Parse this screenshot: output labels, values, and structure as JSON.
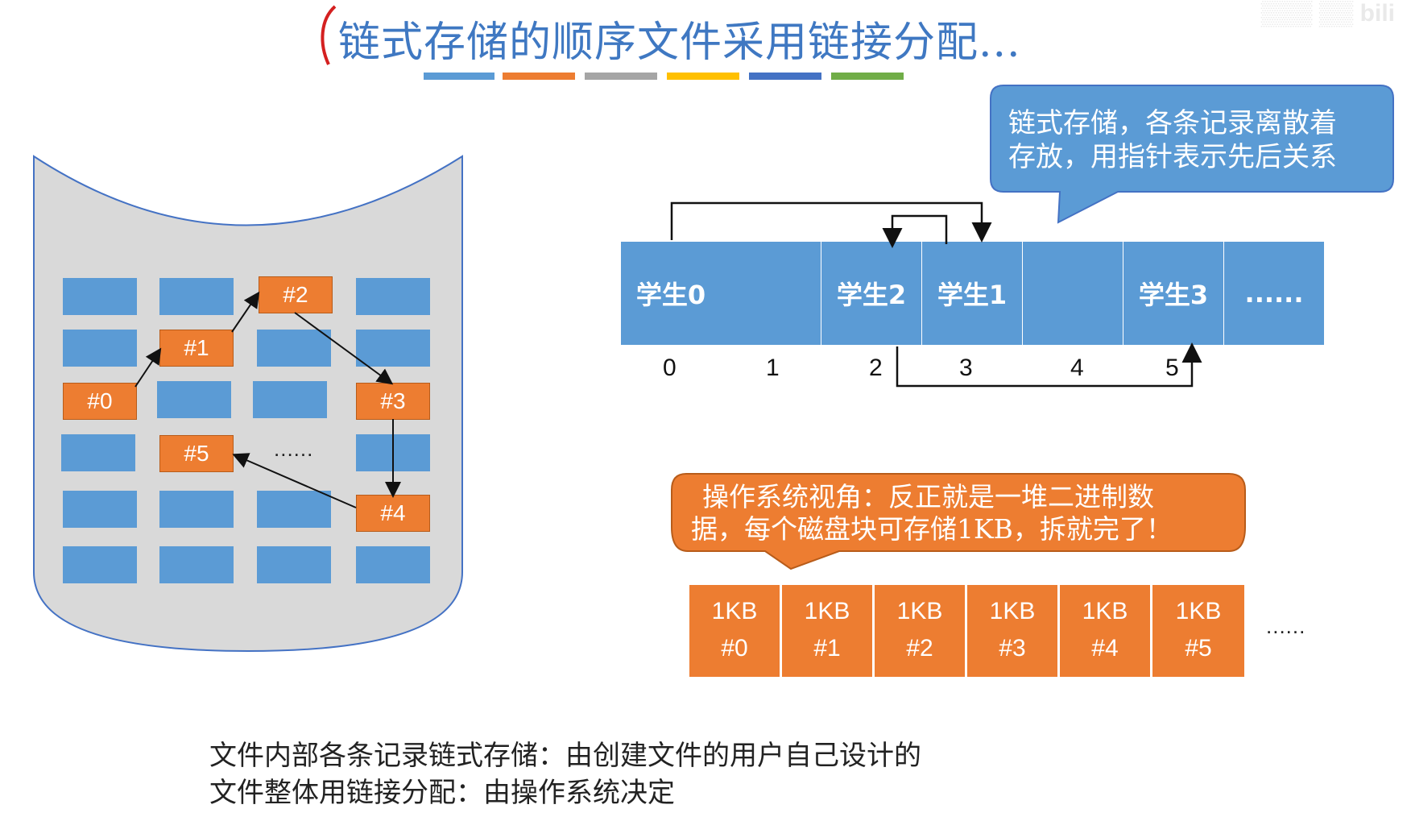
{
  "title": "链式存储的顺序文件采用链接分配...",
  "color_bar": [
    "#5b9bd5",
    "#ed7d31",
    "#a5a5a5",
    "#ffc000",
    "#4472c4",
    "#70ad47"
  ],
  "disk": {
    "records": [
      "#0",
      "#1",
      "#2",
      "#3",
      "#4",
      "#5"
    ],
    "ellipsis": "......"
  },
  "callout_top": {
    "line1": "链式存储，各条记录离散着",
    "line2": "存放，用指针表示先后关系"
  },
  "array": {
    "cells": [
      "学生0",
      "",
      "学生2",
      "学生1",
      "",
      "学生3",
      "......"
    ],
    "indices": [
      "0",
      "1",
      "2",
      "3",
      "4",
      "5"
    ]
  },
  "callout_bottom": {
    "line1": "操作系统视角：反正就是一堆二进制数",
    "line2": "据，每个磁盘块可存储1KB，拆就完了！"
  },
  "kb_blocks": {
    "size_label": "1KB",
    "ids": [
      "#0",
      "#1",
      "#2",
      "#3",
      "#4",
      "#5"
    ],
    "ellipsis": "......"
  },
  "footer": {
    "line1": "文件内部各条记录链式存储：由创建文件的用户自己设计的",
    "line2": "文件整体用链接分配：由操作系统决定"
  },
  "colors": {
    "blue": "#5b9bd5",
    "orange": "#ed7d31",
    "title": "#3f78c2",
    "disk_fill": "#d9d9d9"
  }
}
